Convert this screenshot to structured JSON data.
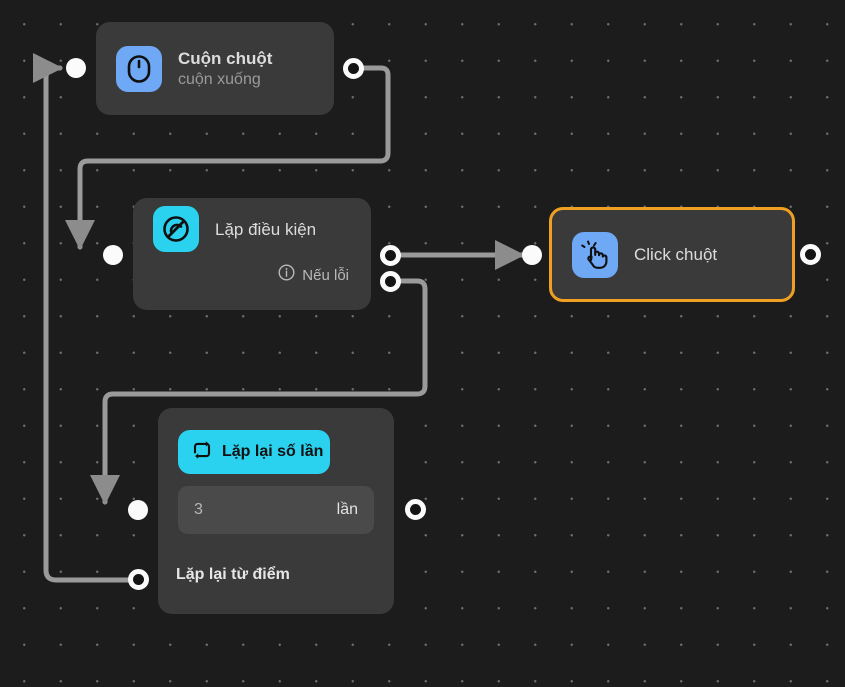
{
  "canvas": {
    "background_color": "#1c1c1c",
    "dot_color": "#6b6b6b",
    "edge_color": "#9a9a9a",
    "selection_color": "#f0a020"
  },
  "nodes": [
    {
      "id": "scroll-mouse",
      "title": "Cuộn chuột",
      "subtitle": "cuộn xuống",
      "icon": "mouse-icon",
      "icon_color": "#6fa8f5",
      "selected": false
    },
    {
      "id": "conditional-loop",
      "title": "Lặp điều kiện",
      "error_label": "Nếu lỗi",
      "error_icon": "info-icon",
      "icon": "loop-disabled-icon",
      "icon_color": "#2ad2ef",
      "selected": false
    },
    {
      "id": "mouse-click",
      "title": "Click chuột",
      "icon": "click-hand-icon",
      "icon_color": "#6fa8f5",
      "selected": true
    },
    {
      "id": "repeat-count",
      "chip_label": "Lặp lại số lần",
      "chip_icon": "repeat-icon",
      "count_value": "3",
      "count_unit": "lần",
      "footer_label": "Lặp lại từ điểm",
      "icon_color": "#2ad2ef",
      "selected": false
    }
  ],
  "ports": {
    "scroll_input": "input-port",
    "scroll_output": "output-port",
    "loopcond_input": "input-port",
    "loopcond_output_main": "output-port",
    "loopcond_output_error": "output-port",
    "click_output": "output-port",
    "click_input": "input-port",
    "repeat_input": "input-port",
    "repeat_output": "output-port",
    "repeat_from_point_output": "output-port"
  }
}
